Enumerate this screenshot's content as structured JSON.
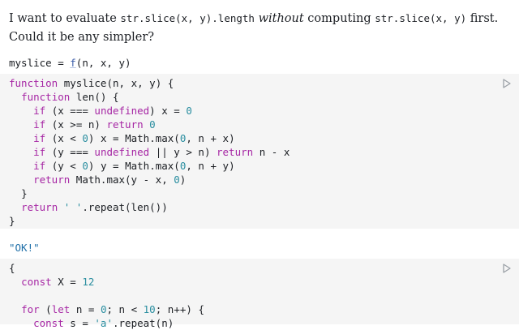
{
  "prose": {
    "line1_before": "I want to evaluate ",
    "line1_code": "str.slice(x, y).length",
    "line1_em": "without",
    "line1_mid": " computing ",
    "line1_code2": "str.slice(x, y)",
    "line1_after": " first.",
    "line2": "Could it be any simpler?"
  },
  "signature": {
    "name": "myslice",
    "eq": " = ",
    "fn_link": "f",
    "args": "(n, x, y)"
  },
  "cell1": {
    "lines": [
      "function myslice(n, x, y) {",
      "  function len() {",
      "    if (x === undefined) x = 0",
      "    if (x >= n) return 0",
      "    if (x < 0) x = Math.max(0, n + x)",
      "    if (y === undefined || y > n) return n - x",
      "    if (y < 0) y = Math.max(0, n + y)",
      "    return Math.max(y - x, 0)",
      "  }",
      "  return ' '.repeat(len())",
      "}"
    ]
  },
  "output": {
    "value": "\"OK!\""
  },
  "cell2": {
    "lines": [
      "{",
      "  const X = 12",
      "",
      "  for (let n = 0; n < 10; n++) {",
      "    const s = 'a'.repeat(n)"
    ]
  },
  "icons": {
    "run": "play-icon"
  },
  "colors": {
    "cell_bg": "#f5f5f5",
    "keyword": "#a626a4",
    "number": "#2a8ea0",
    "output": "#1f6fa8",
    "run_icon": "#9aa0a6"
  }
}
